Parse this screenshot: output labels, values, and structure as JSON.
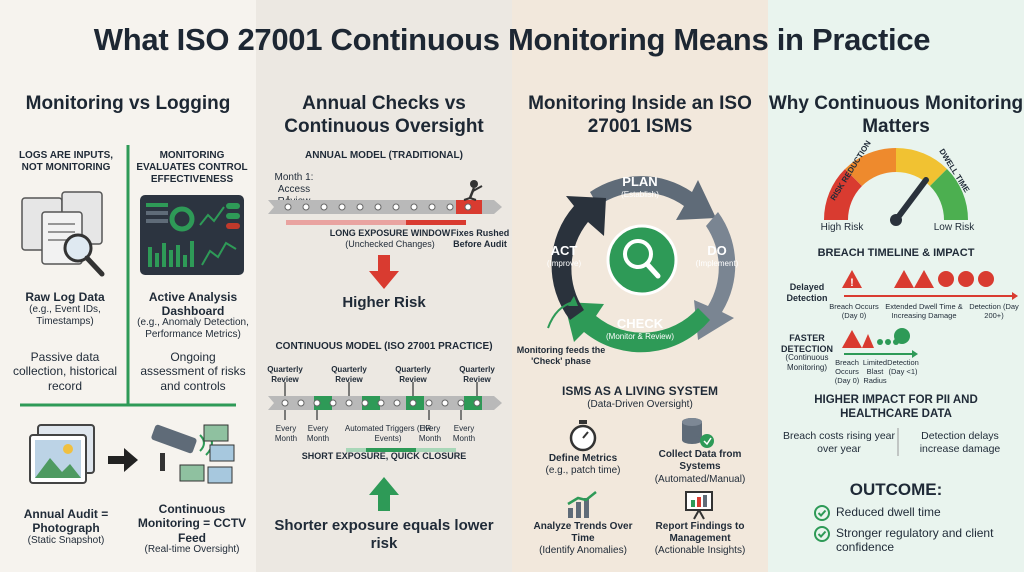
{
  "title": "What ISO 27001 Continuous Monitoring Means in Practice",
  "panel1": {
    "title": "Monitoring vs Logging",
    "logs_header": "LOGS ARE INPUTS, NOT MONITORING",
    "monitoring_header": "MONITORING EVALUATES CONTROL EFFECTIVENESS",
    "raw_title": "Raw Log Data",
    "raw_sub": "(e.g., Event IDs, Timestamps)",
    "raw_desc": "Passive data collection, historical record",
    "active_title": "Active Analysis Dashboard",
    "active_sub": "(e.g., Anomaly Detection, Performance Metrics)",
    "active_desc": "Ongoing assessment of risks and controls",
    "audit_title": "Annual Audit = Photograph",
    "audit_sub": "(Static Snapshot)",
    "cctv_title": "Continuous Monitoring = CCTV Feed",
    "cctv_sub": "(Real-time Oversight)"
  },
  "panel2": {
    "title": "Annual Checks vs Continuous Oversight",
    "annual_header": "ANNUAL MODEL (TRADITIONAL)",
    "month1": "Month 1: Access Review",
    "exposure": "LONG EXPOSURE WINDOW",
    "exposure_sub": "(Unchecked Changes)",
    "fixes": "Fixes Rushed Before Audit",
    "higher_risk": "Higher Risk",
    "continuous_header": "CONTINUOUS MODEL (ISO 27001 PRACTICE)",
    "quarterly": "Quarterly Review",
    "every_month": "Every Month",
    "triggers": "Automated Triggers (HR Events)",
    "short_exposure": "SHORT EXPOSURE, QUICK CLOSURE",
    "conclusion": "Shorter exposure equals lower risk"
  },
  "panel3": {
    "title": "Monitoring Inside an ISO 27001 ISMS",
    "plan": "PLAN",
    "plan_sub": "(Establish)",
    "do": "DO",
    "do_sub": "(Implement)",
    "check": "CHECK",
    "check_sub": "(Monitor & Review)",
    "act": "ACT",
    "act_sub": "(Improve)",
    "feeds": "Monitoring feeds the 'Check' phase",
    "living_title": "ISMS AS A LIVING SYSTEM",
    "living_sub": "(Data-Driven Oversight)",
    "define_title": "Define Metrics",
    "define_sub": "(e.g., patch time)",
    "collect_title": "Collect Data from Systems",
    "collect_sub": "(Automated/Manual)",
    "analyze_title": "Analyze Trends Over Time",
    "analyze_sub": "(Identify Anomalies)",
    "report_title": "Report Findings to Management",
    "report_sub": "(Actionable Insights)"
  },
  "panel4": {
    "title": "Why Continuous Monitoring Matters",
    "gauge_left": "RISK REDUCTION",
    "gauge_right": "DWELL TIME",
    "high_risk": "High Risk",
    "low_risk": "Low Risk",
    "breach_title": "BREACH TIMELINE & IMPACT",
    "delayed": "Delayed Detection",
    "breach_occurs_d0": "Breach Occurs (Day 0)",
    "extended": "Extended Dwell Time & Increasing Damage",
    "detection_200": "Detection (Day 200+)",
    "faster": "FASTER DETECTION",
    "faster_sub": "(Continuous Monitoring)",
    "breach_occurs_short": "Breach Occurs (Day 0)",
    "limited": "Limited Blast Radius",
    "detection_1": "Detection (Day <1)",
    "higher_impact": "HIGHER IMPACT FOR PII AND HEALTHCARE DATA",
    "costs": "Breach costs rising year over year",
    "delays": "Detection delays increase damage",
    "outcome_title": "OUTCOME:",
    "outcome1": "Reduced dwell time",
    "outcome2": "Stronger regulatory and client confidence"
  },
  "colors": {
    "accent_green": "#2e9a57",
    "accent_red": "#d93b30",
    "cycle_gray": "#5f6b78",
    "cycle_green": "#2e9a57"
  }
}
